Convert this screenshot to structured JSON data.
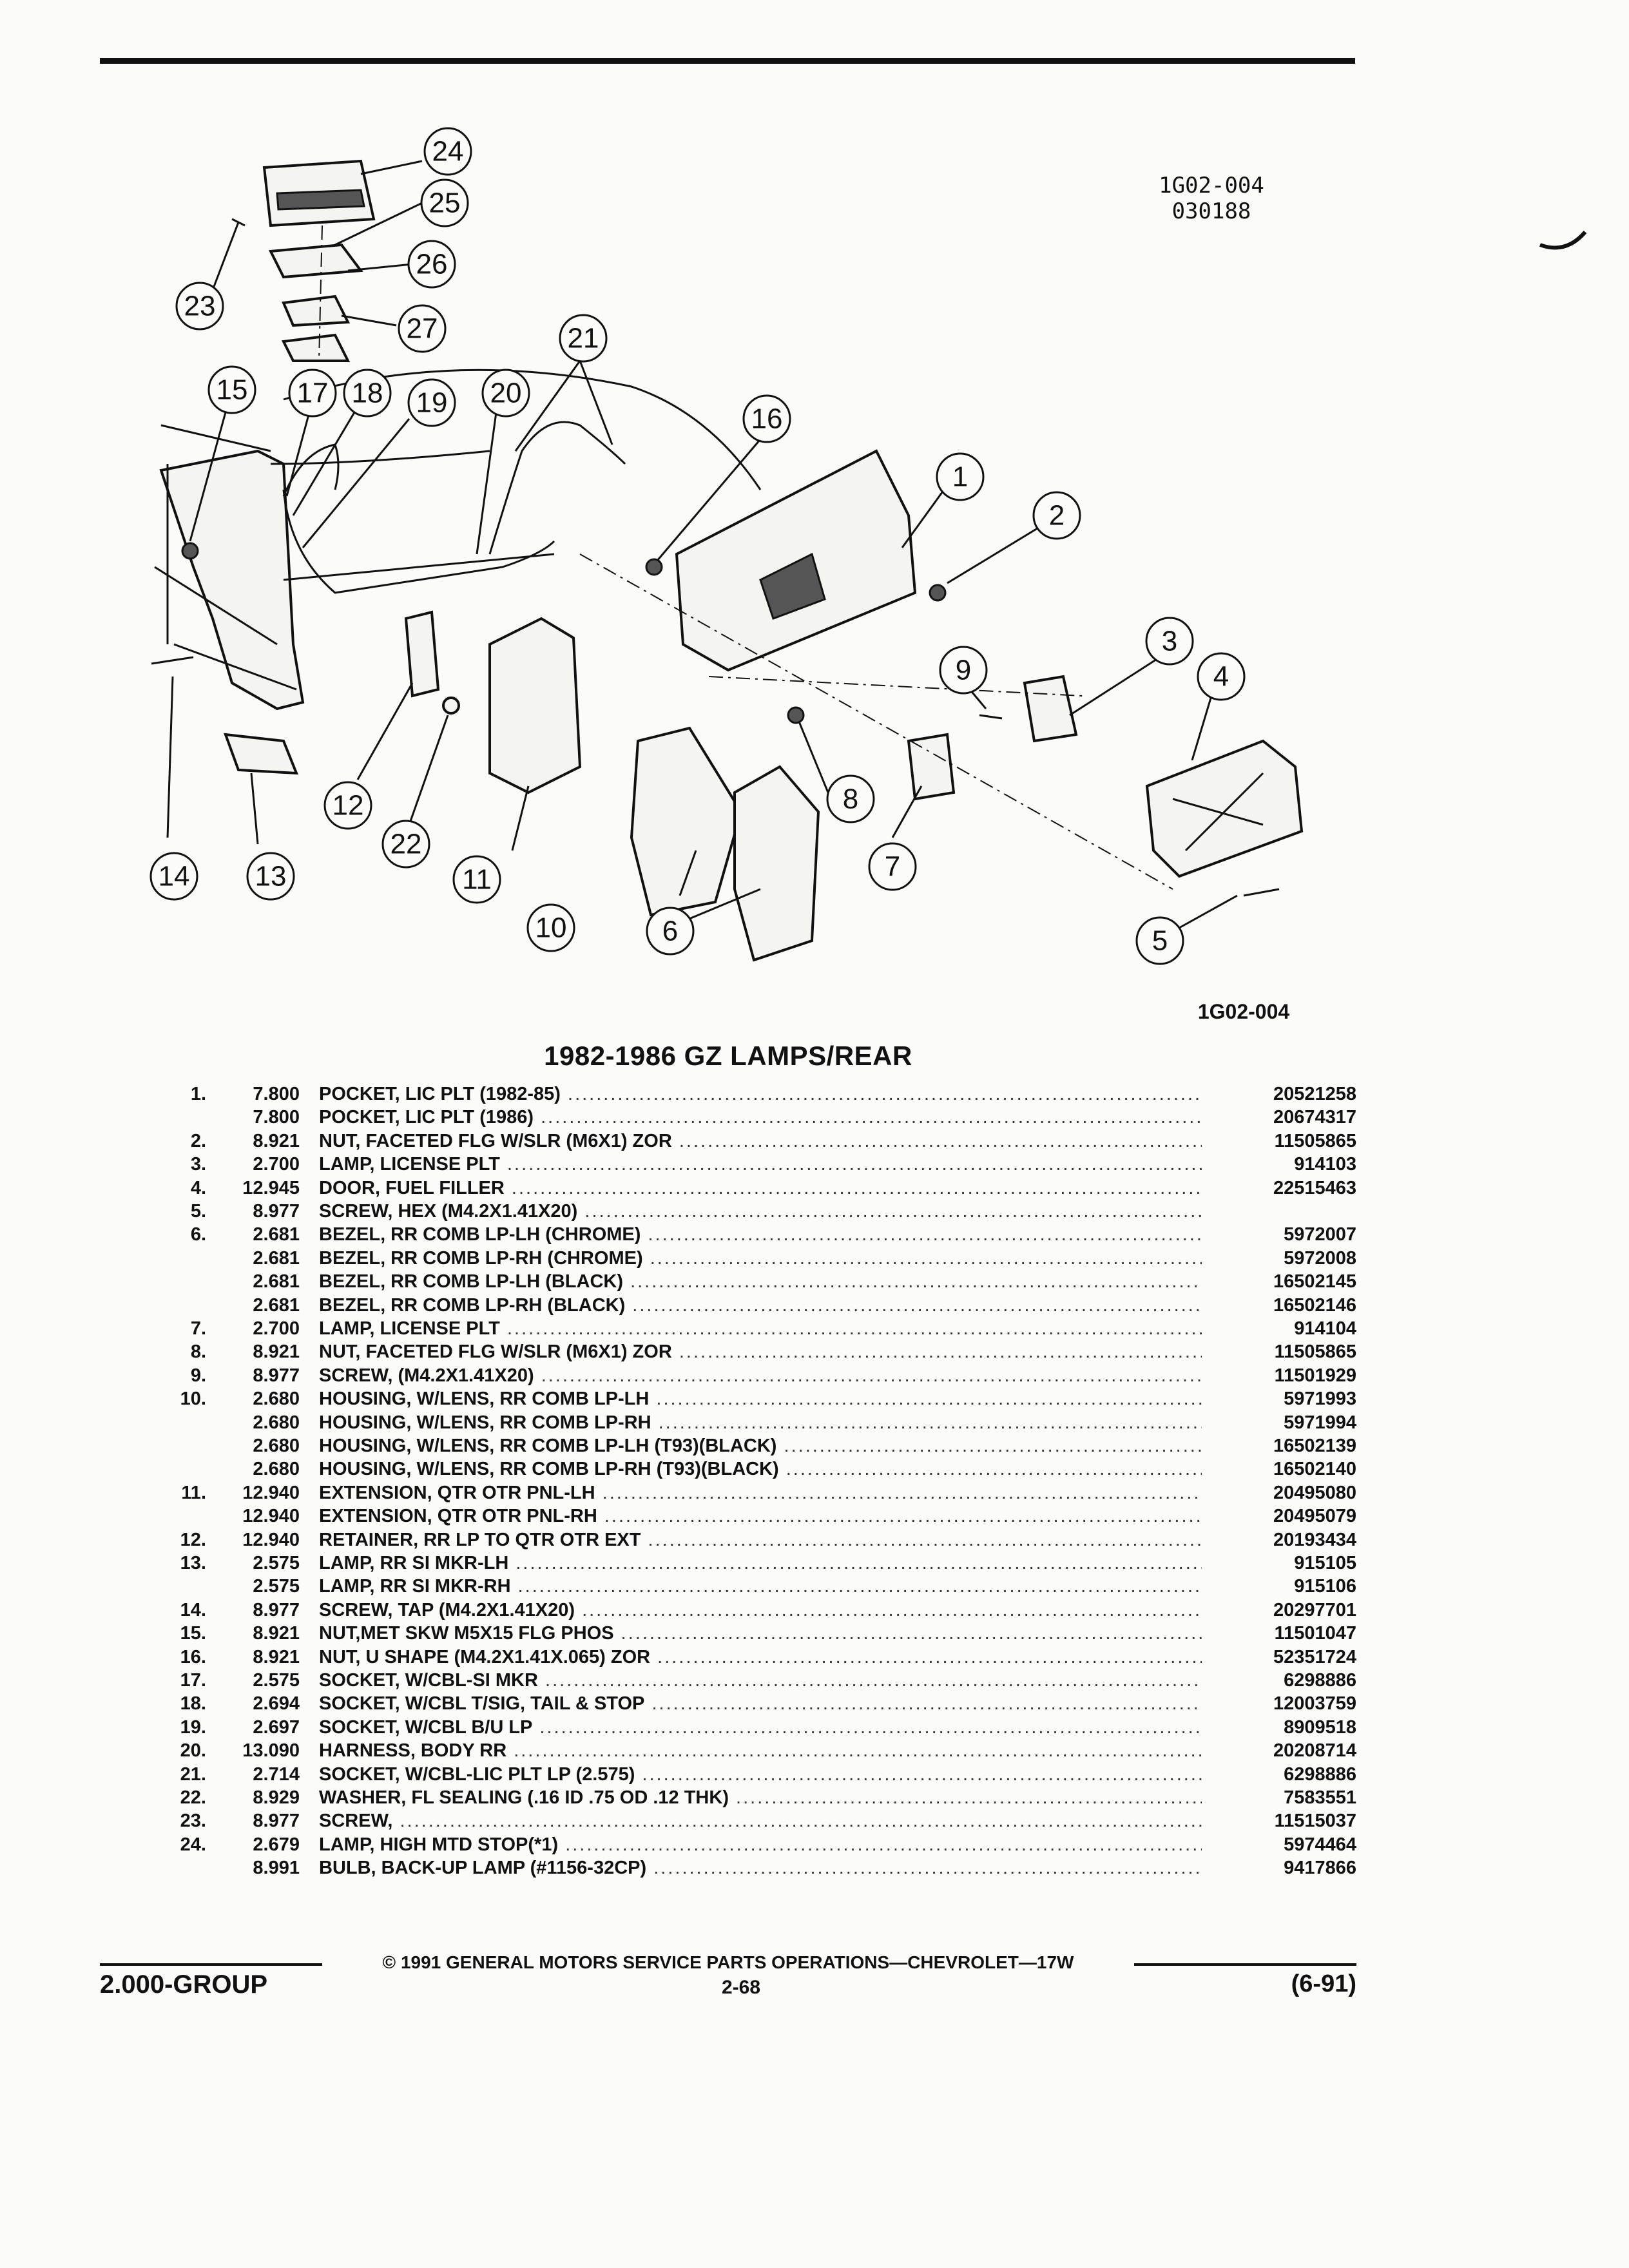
{
  "figure_id_top": [
    "1G02-004",
    "030188"
  ],
  "figure_id_bottom": "1G02-004",
  "section_title": "1982-1986 GZ LAMPS/REAR",
  "callouts": [
    "1",
    "2",
    "3",
    "4",
    "5",
    "6",
    "7",
    "8",
    "9",
    "10",
    "11",
    "12",
    "13",
    "14",
    "15",
    "16",
    "17",
    "18",
    "19",
    "20",
    "21",
    "22",
    "23",
    "24",
    "25",
    "26",
    "27"
  ],
  "parts": [
    {
      "ref": "1.",
      "qty": "7.800",
      "name": "POCKET",
      "spec": ", LIC PLT (1982-85)",
      "pn": "20521258"
    },
    {
      "ref": "",
      "qty": "7.800",
      "name": "POCKET",
      "spec": ", LIC PLT (1986)",
      "pn": "20674317"
    },
    {
      "ref": "2.",
      "qty": "8.921",
      "name": "NUT",
      "spec": ", FACETED FLG W/SLR (M6X1) ZOR",
      "pn": "11505865"
    },
    {
      "ref": "3.",
      "qty": "2.700",
      "name": "LAMP",
      "spec": ", LICENSE PLT",
      "pn": "914103"
    },
    {
      "ref": "4.",
      "qty": "12.945",
      "name": "DOOR",
      "spec": ", FUEL FILLER",
      "pn": "22515463"
    },
    {
      "ref": "5.",
      "qty": "8.977",
      "name": "SCREW",
      "spec": ", HEX (M4.2X1.41X20)",
      "pn": ""
    },
    {
      "ref": "6.",
      "qty": "2.681",
      "name": "BEZEL",
      "spec": ", RR COMB LP-LH (CHROME)",
      "pn": "5972007"
    },
    {
      "ref": "",
      "qty": "2.681",
      "name": "BEZEL",
      "spec": ", RR COMB LP-RH (CHROME)",
      "pn": "5972008"
    },
    {
      "ref": "",
      "qty": "2.681",
      "name": "BEZEL",
      "spec": ", RR COMB LP-LH (BLACK)",
      "pn": "16502145"
    },
    {
      "ref": "",
      "qty": "2.681",
      "name": "BEZEL",
      "spec": ", RR COMB LP-RH (BLACK)",
      "pn": "16502146"
    },
    {
      "ref": "7.",
      "qty": "2.700",
      "name": "LAMP",
      "spec": ", LICENSE PLT",
      "pn": "914104"
    },
    {
      "ref": "8.",
      "qty": "8.921",
      "name": "NUT",
      "spec": ", FACETED FLG W/SLR (M6X1) ZOR",
      "pn": "11505865"
    },
    {
      "ref": "9.",
      "qty": "8.977",
      "name": "SCREW",
      "spec": ", (M4.2X1.41X20)",
      "pn": "11501929"
    },
    {
      "ref": "10.",
      "qty": "2.680",
      "name": "HOUSING",
      "spec": ", W/LENS, RR COMB LP-LH",
      "pn": "5971993"
    },
    {
      "ref": "",
      "qty": "2.680",
      "name": "HOUSING",
      "spec": ", W/LENS, RR COMB LP-RH",
      "pn": "5971994"
    },
    {
      "ref": "",
      "qty": "2.680",
      "name": "HOUSING",
      "spec": ", W/LENS, RR COMB LP-LH (T93)(BLACK)",
      "pn": "16502139"
    },
    {
      "ref": "",
      "qty": "2.680",
      "name": "HOUSING",
      "spec": ", W/LENS, RR COMB LP-RH (T93)(BLACK)",
      "pn": "16502140"
    },
    {
      "ref": "11.",
      "qty": "12.940",
      "name": "EXTENSION",
      "spec": ", QTR OTR PNL-LH",
      "pn": "20495080"
    },
    {
      "ref": "",
      "qty": "12.940",
      "name": "EXTENSION",
      "spec": ", QTR OTR PNL-RH",
      "pn": "20495079"
    },
    {
      "ref": "12.",
      "qty": "12.940",
      "name": "RETAINER",
      "spec": ", RR LP TO QTR OTR EXT",
      "pn": "20193434"
    },
    {
      "ref": "13.",
      "qty": "2.575",
      "name": "LAMP",
      "spec": ", RR SI MKR-LH",
      "pn": "915105"
    },
    {
      "ref": "",
      "qty": "2.575",
      "name": "LAMP",
      "spec": ", RR SI MKR-RH",
      "pn": "915106"
    },
    {
      "ref": "14.",
      "qty": "8.977",
      "name": "SCREW",
      "spec": ", TAP (M4.2X1.41X20)",
      "pn": "20297701"
    },
    {
      "ref": "15.",
      "qty": "8.921",
      "name": "NUT",
      "spec": ",MET SKW M5X15 FLG PHOS",
      "pn": "11501047"
    },
    {
      "ref": "16.",
      "qty": "8.921",
      "name": "NUT",
      "spec": ", U SHAPE (M4.2X1.41X.065) ZOR",
      "pn": "52351724"
    },
    {
      "ref": "17.",
      "qty": "2.575",
      "name": "SOCKET",
      "spec": ", W/CBL-SI MKR",
      "pn": "6298886"
    },
    {
      "ref": "18.",
      "qty": "2.694",
      "name": "SOCKET",
      "spec": ", W/CBL T/SIG, TAIL & STOP",
      "pn": "12003759"
    },
    {
      "ref": "19.",
      "qty": "2.697",
      "name": "SOCKET",
      "spec": ", W/CBL B/U LP",
      "pn": "8909518"
    },
    {
      "ref": "20.",
      "qty": "13.090",
      "name": "HARNESS",
      "spec": ", BODY RR",
      "pn": "20208714"
    },
    {
      "ref": "21.",
      "qty": "2.714",
      "name": "SOCKET",
      "spec": ", W/CBL-LIC PLT LP (2.575)",
      "pn": "6298886"
    },
    {
      "ref": "22.",
      "qty": "8.929",
      "name": "WASHER",
      "spec": ", FL SEALING (.16 ID .75 OD .12 THK)",
      "pn": "7583551"
    },
    {
      "ref": "23.",
      "qty": "8.977",
      "name": "SCREW",
      "spec": ",",
      "pn": "11515037"
    },
    {
      "ref": "24.",
      "qty": "2.679",
      "name": "LAMP",
      "spec": ", HIGH MTD STOP(*1)",
      "pn": "5974464"
    },
    {
      "ref": "",
      "qty": "8.991",
      "name": "BULB",
      "spec": ", BACK-UP LAMP (#1156-32CP)",
      "pn": "9417866"
    }
  ],
  "footer": {
    "copyright": "© 1991 GENERAL MOTORS SERVICE PARTS OPERATIONS—CHEVROLET—17W",
    "group": "2.000-GROUP",
    "page": "2-68",
    "revision": "(6-91)"
  }
}
